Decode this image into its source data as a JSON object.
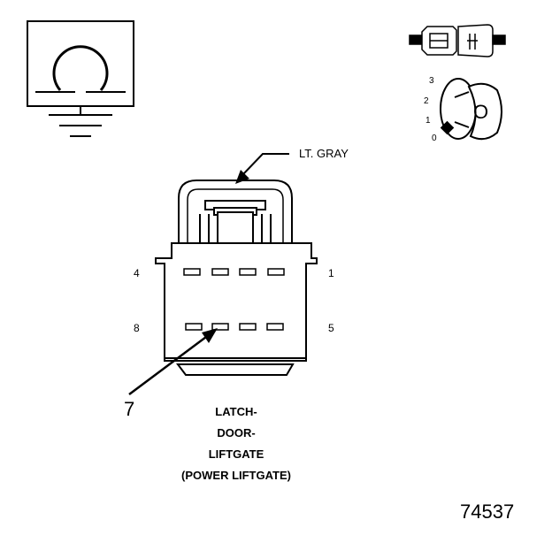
{
  "wire_color_label": "LT. GRAY",
  "pin_labels": {
    "top_left": "4",
    "top_right": "1",
    "bottom_left": "8",
    "bottom_right": "5"
  },
  "cavity_callout": "7",
  "connector_caption": [
    "LATCH-",
    "DOOR-",
    "LIFTGATE",
    "(POWER LIFTGATE)"
  ],
  "figure_number": "74537",
  "key_positions": [
    "3",
    "2",
    "1",
    "0"
  ],
  "key_letter": "O",
  "icons": [
    "ohmmeter-ground-icon",
    "connector-terminal-icon",
    "ignition-key-icon"
  ],
  "colors": {
    "line": "#000000",
    "background": "#ffffff"
  }
}
